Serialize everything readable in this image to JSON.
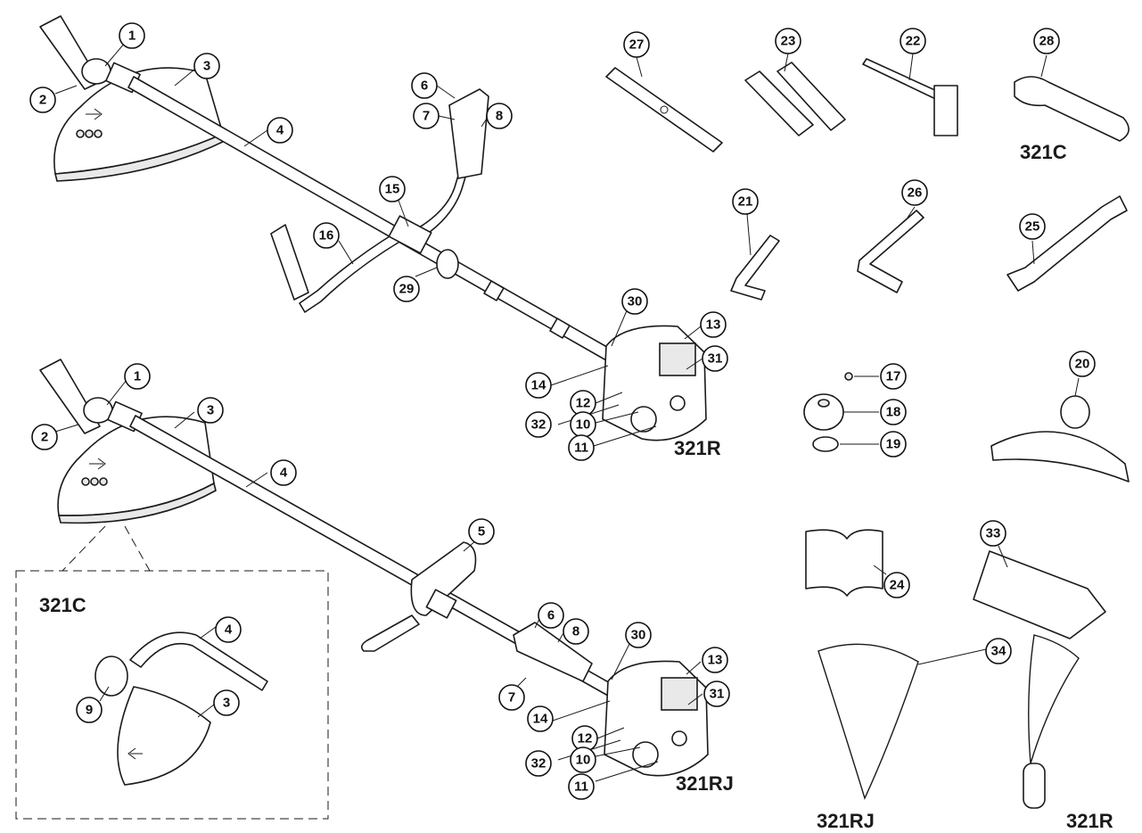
{
  "model_labels": {
    "top_kit": "321C",
    "upper_unit": "321R",
    "lower_unit": "321RJ",
    "inset": "321C",
    "harness_left": "321RJ",
    "harness_right": "321R"
  },
  "callouts": [
    "1",
    "2",
    "3",
    "4",
    "5",
    "6",
    "7",
    "8",
    "9",
    "10",
    "11",
    "12",
    "13",
    "14",
    "15",
    "16",
    "17",
    "18",
    "19",
    "20",
    "21",
    "22",
    "23",
    "24",
    "25",
    "26",
    "27",
    "28",
    "29",
    "30",
    "31",
    "32",
    "33",
    "34"
  ]
}
